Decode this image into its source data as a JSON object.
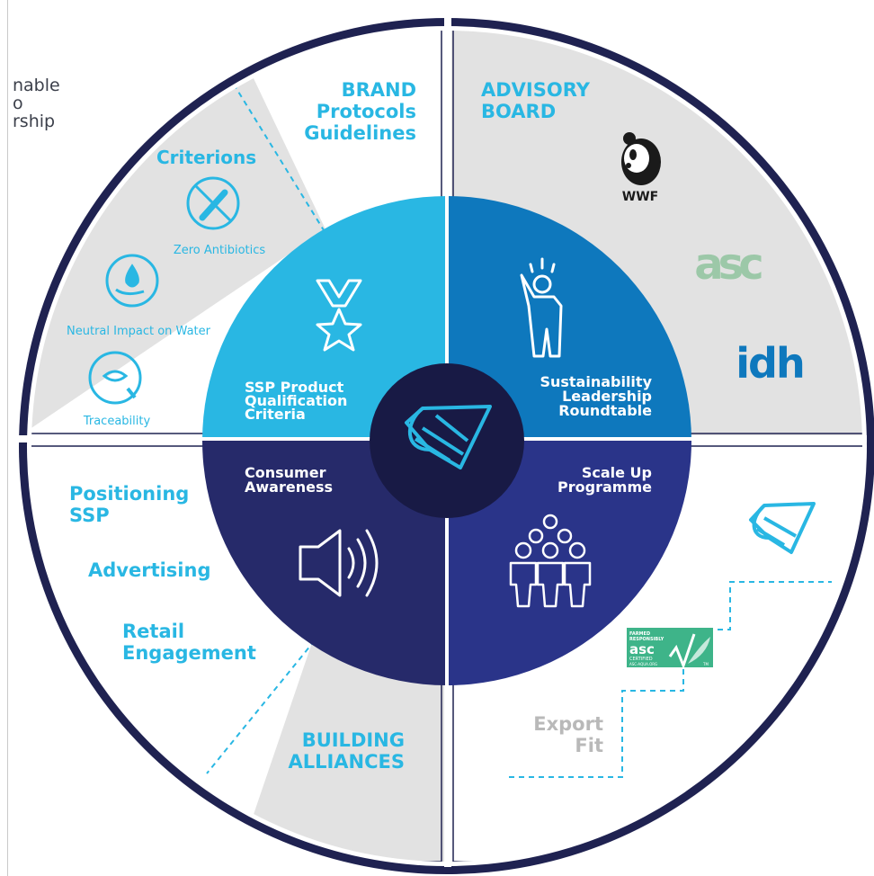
{
  "colors": {
    "navy_ring": "#1f2251",
    "cyan": "#29b7e3",
    "blue": "#0e78bd",
    "indigo": "#2a3489",
    "dark_indigo": "#262a6a",
    "center": "#181a45",
    "grey": "#e2e2e2",
    "light_text": "#b9b9b9"
  },
  "left_fragments": [
    "nable",
    "o",
    "rship"
  ],
  "top_left": {
    "heading_lines": [
      "BRAND",
      "Protocols",
      "Guidelines"
    ],
    "criterions_title": "Criterions",
    "criteria": [
      "Zero Antibiotics",
      "Neutral Impact on Water",
      "Traceability"
    ]
  },
  "top_right": {
    "heading_lines": [
      "ADVISORY",
      "BOARD"
    ],
    "logos": [
      "WWF",
      "asc",
      "idh"
    ]
  },
  "bottom_left": {
    "items": [
      "Positioning",
      "SSP",
      "Advertising",
      "Retail",
      "Engagement"
    ],
    "alliances_lines": [
      "BUILDING",
      "ALLIANCES"
    ]
  },
  "bottom_right": {
    "export_lines": [
      "Export",
      "Fit"
    ],
    "asc_badge": [
      "FARMED",
      "RESPONSIBLY",
      "asc",
      "CERTIFIED",
      "ASC-AQUA.ORG",
      "TM"
    ]
  },
  "inner": {
    "q1_lines": [
      "SSP Product",
      "Qualification",
      "Criteria"
    ],
    "q2_lines": [
      "Sustainability",
      "Leadership",
      "Roundtable"
    ],
    "q3_lines": [
      "Consumer",
      "Awareness"
    ],
    "q4_lines": [
      "Scale Up",
      "Programme"
    ]
  },
  "icons": [
    "medal-star-icon",
    "raised-hand-person-icon",
    "speaker-icon",
    "people-group-icon",
    "no-pills-icon",
    "water-drop-hand-icon",
    "fish-magnifier-icon",
    "panda-icon",
    "ssp-logo-icon"
  ]
}
